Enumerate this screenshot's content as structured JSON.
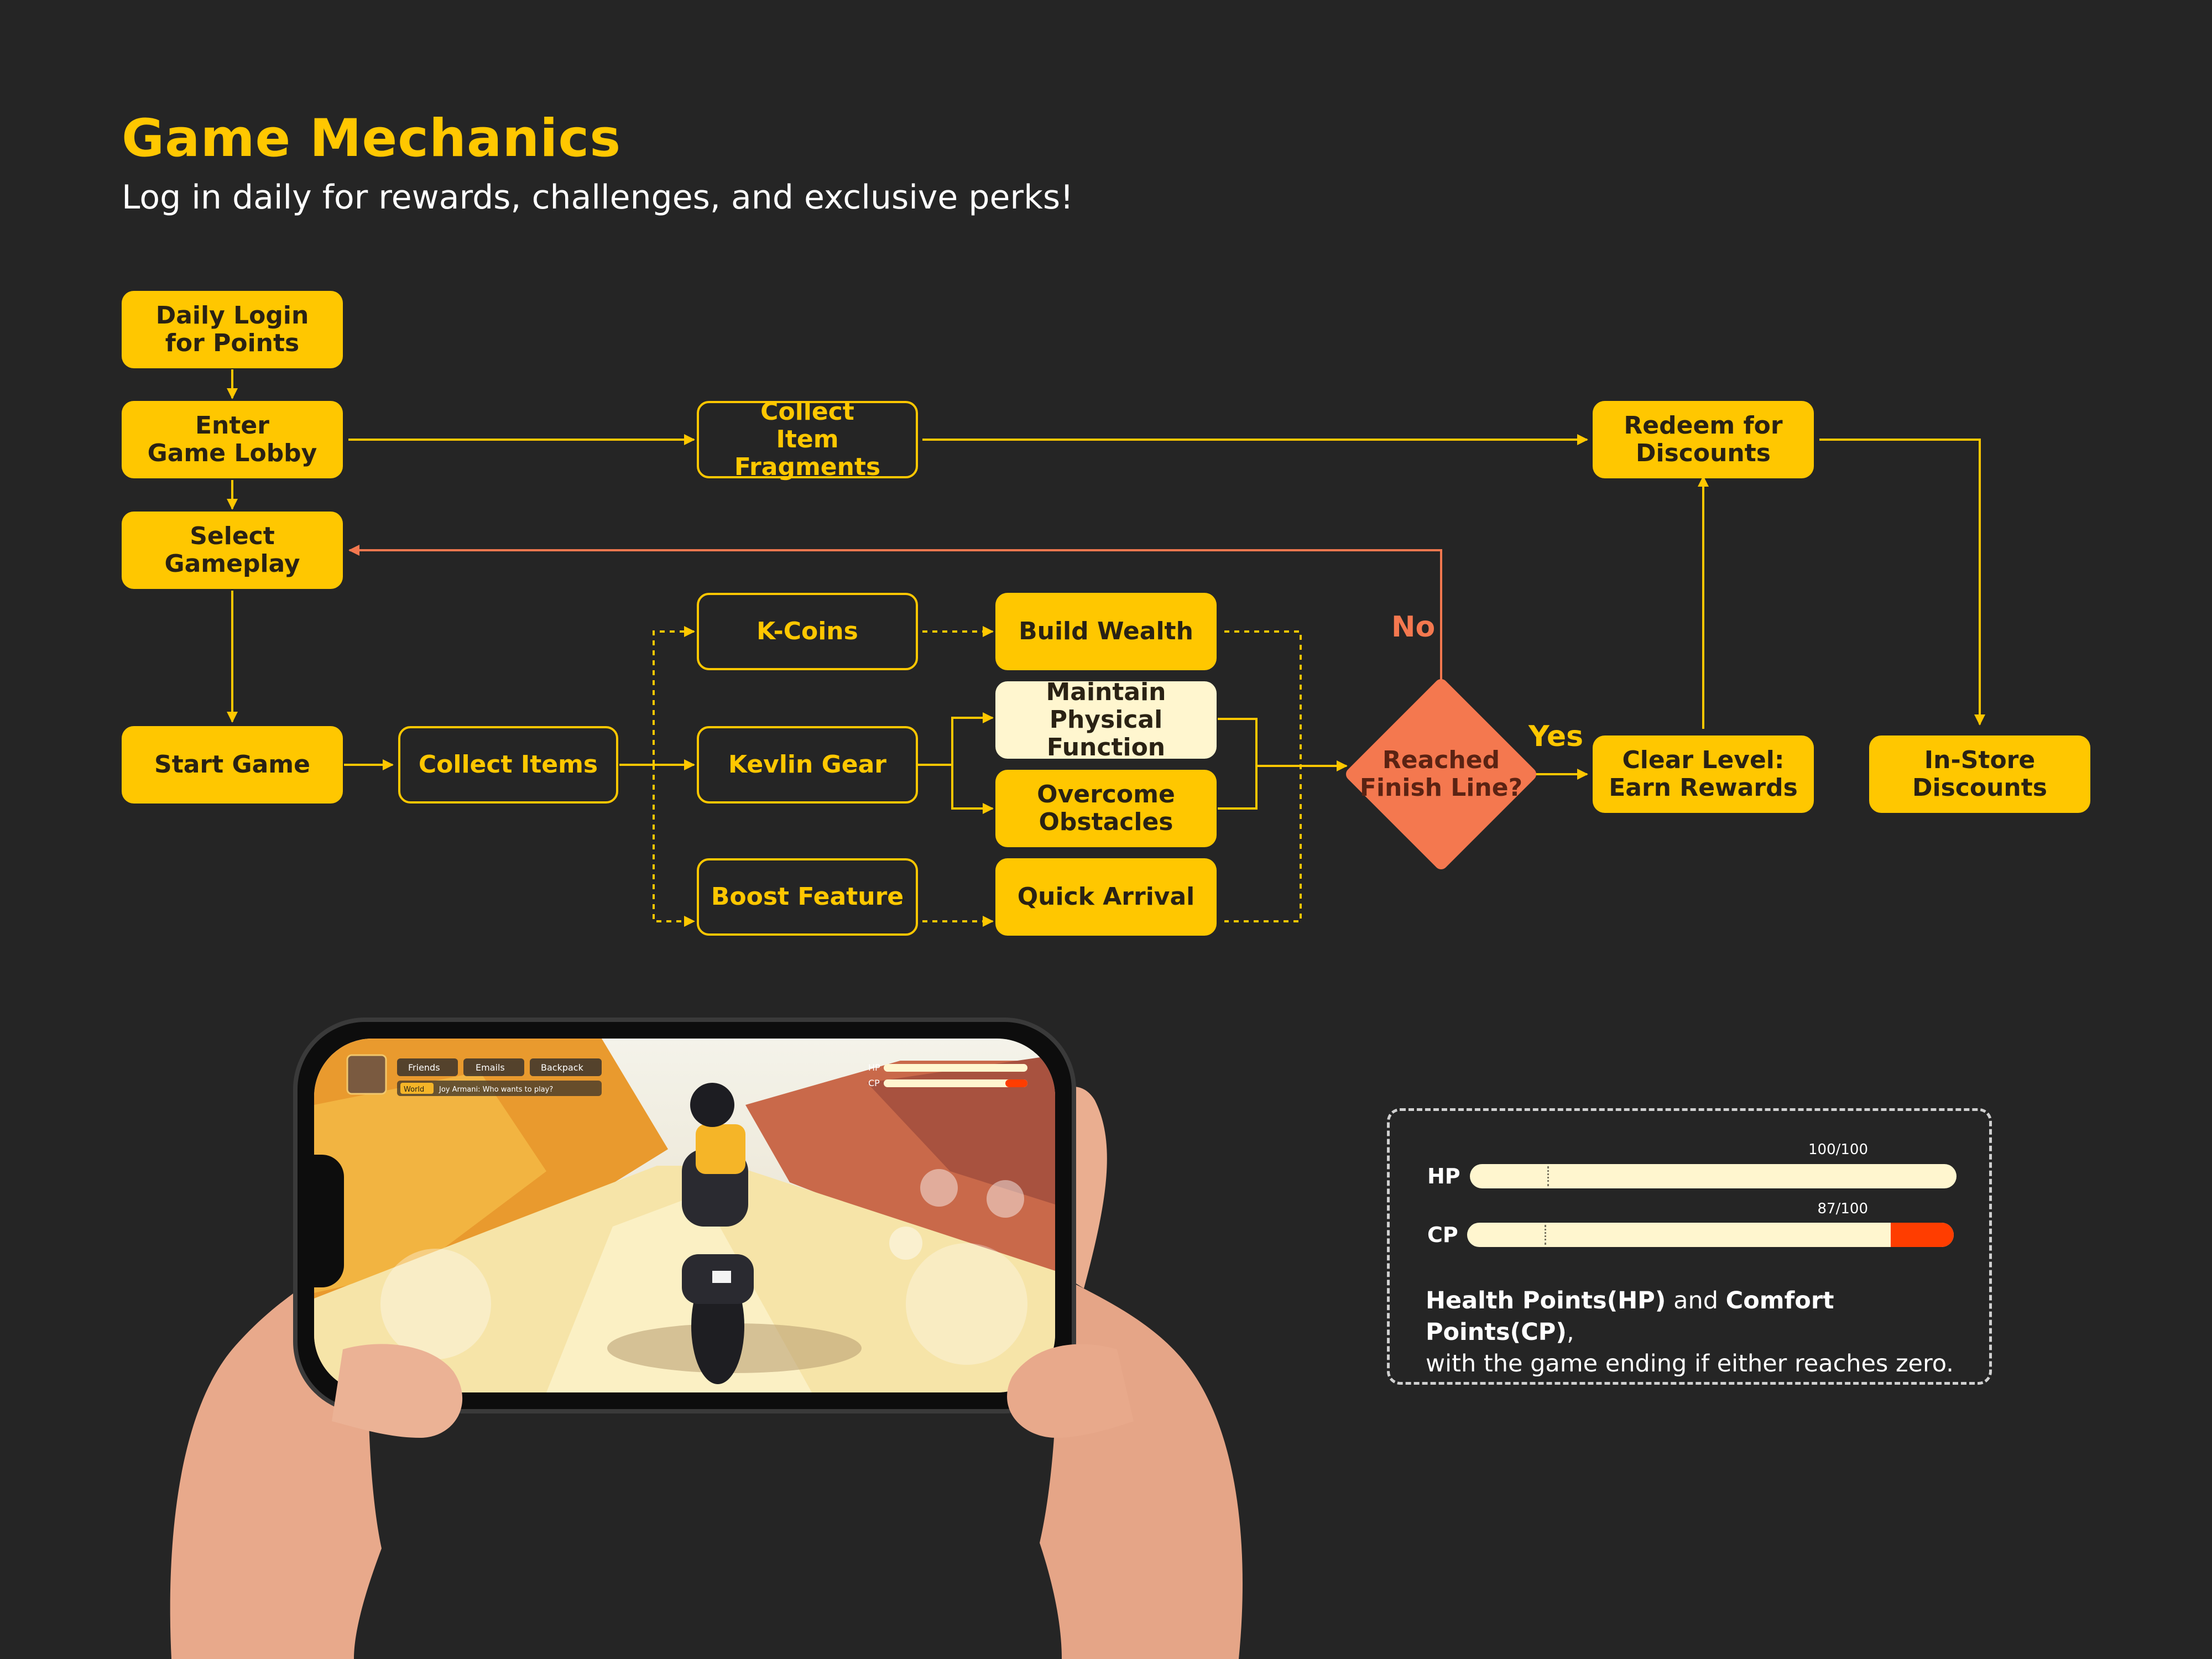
{
  "header": {
    "title": "Game Mechanics",
    "subtitle": "Log in daily for rewards, challenges, and exclusive perks!"
  },
  "nodes": {
    "daily_login": "Daily Login\nfor Points",
    "enter_lobby": "Enter\nGame Lobby",
    "select_gameplay": "Select\nGameplay",
    "start_game": "Start Game",
    "collect_items": "Collect Items",
    "collect_fragments": "Collect\nItem Fragments",
    "k_coins": "K-Coins",
    "kevlin_gear": "Kevlin Gear",
    "boost_feature": "Boost Feature",
    "build_wealth": "Build Wealth",
    "maintain_function": "Maintain\nPhysical Function",
    "overcome_obstacles": "Overcome\nObstacles",
    "quick_arrival": "Quick Arrival",
    "finish_line": "Reached\nFinish Line?",
    "clear_level": "Clear Level:\nEarn Rewards",
    "redeem": "Redeem for\nDiscounts",
    "in_store": "In-Store\nDiscounts"
  },
  "branches": {
    "no": "No",
    "yes": "Yes"
  },
  "colors": {
    "accent": "#FFC700",
    "decision": "#F4784F",
    "background": "#252525",
    "cream": "#FFF6CF",
    "loss": "#FF3D00"
  },
  "game_hud": {
    "tabs": [
      "Friends",
      "Emails",
      "Backpack"
    ],
    "chat_channel": "World",
    "chat_message": "Joy Armani: Who wants to play?",
    "hp_label": "HP",
    "cp_label": "CP"
  },
  "stats": {
    "hp": {
      "label": "HP",
      "value_text": "100/100",
      "value": 100,
      "max": 100
    },
    "cp": {
      "label": "CP",
      "value_text": "87/100",
      "value": 87,
      "max": 100
    },
    "desc_hp": "Health Points(HP)",
    "desc_and": "and",
    "desc_cp": "Comfort Points(CP)",
    "desc_comma": ",",
    "desc_rest": "with the game ending if either reaches zero."
  }
}
